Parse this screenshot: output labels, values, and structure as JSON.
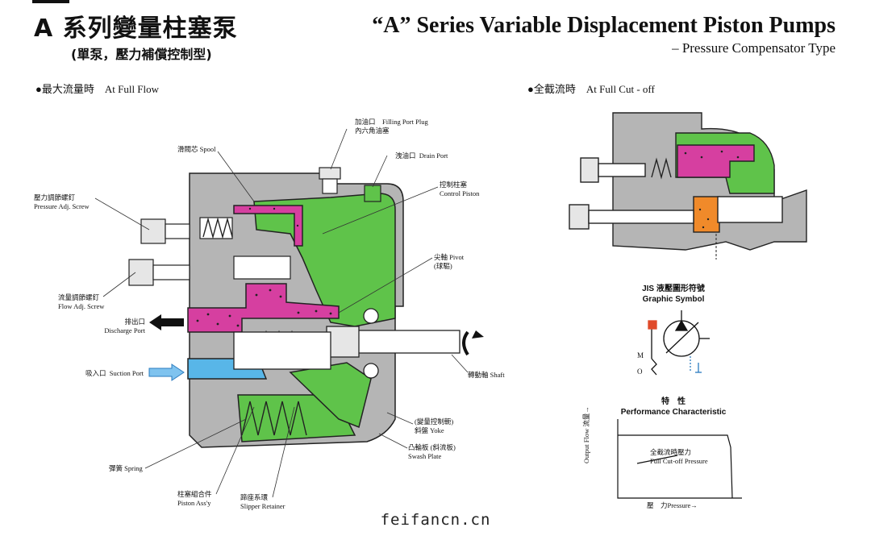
{
  "header": {
    "title_zh": "A 系列變量柱塞泵",
    "subtitle_zh": "(單泵，壓力補償控制型)",
    "title_en": "“A” Series Variable Displacement Piston Pumps",
    "subtitle_en": "– Pressure Compensator Type"
  },
  "sections": {
    "full_flow": "●最大流量時　At Full Flow",
    "full_cutoff": "●全截流時　At Full Cut - off"
  },
  "labels": {
    "filling_port_zh": "加油口",
    "filling_port_en": "Filling Port Plug",
    "filling_port_zh2": "內六角油塞",
    "drain_port_zh": "洩油口",
    "drain_port_en": "Drain Port",
    "spool_zh": "滑閥芯",
    "spool_en": "Spool",
    "control_piston_zh": "控制柱塞",
    "control_piston_en": "Control Piston",
    "pressure_adj_zh": "壓力調節螺釘",
    "pressure_adj_en": "Pressure Adj. Screw",
    "pivot_zh": "尖軸",
    "pivot_en": "Pivot",
    "pivot_zh2": "(球驅)",
    "flow_adj_zh": "流量調節螺釘",
    "flow_adj_en": "Flow Adj. Screw",
    "discharge_zh": "排出口",
    "discharge_en": "Discharge Port",
    "suction_zh": "吸入口",
    "suction_en": "Suction Port",
    "shaft_zh": "轉動軸",
    "shaft_en": "Shaft",
    "yoke_zh": "(變量控制軛)",
    "yoke_zh2": "斜盤",
    "yoke_en": "Yoke",
    "swash_zh": "凸輪板 (斜流板)",
    "swash_en": "Swash Plate",
    "spring_zh": "彈簧",
    "spring_en": "Spring",
    "piston_zh": "柱塞組合件",
    "piston_en": "Piston Ass'y",
    "slipper_zh": "蹄座系環",
    "slipper_en": "Slipper Retainer"
  },
  "graphic_symbol": {
    "title_zh": "JIS 液壓圖形符號",
    "title_en": "Graphic Symbol",
    "m_label": "M",
    "o_label": "O"
  },
  "performance": {
    "title_zh": "特　性",
    "title_en": "Performance Characteristic",
    "y_axis_en": "Output Flow",
    "y_axis_zh": "流量→",
    "cutoff_zh": "全截流時壓力",
    "cutoff_en": "Full Cut-off Pressure",
    "x_axis": "壓　力Pressure→"
  },
  "colors": {
    "green": "#5fc34a",
    "magenta": "#d63fa0",
    "orange": "#f08a2a",
    "blue": "#58b6e8",
    "gray": "#b5b5b5",
    "dark": "#222222"
  },
  "watermark": "feifancn.cn"
}
